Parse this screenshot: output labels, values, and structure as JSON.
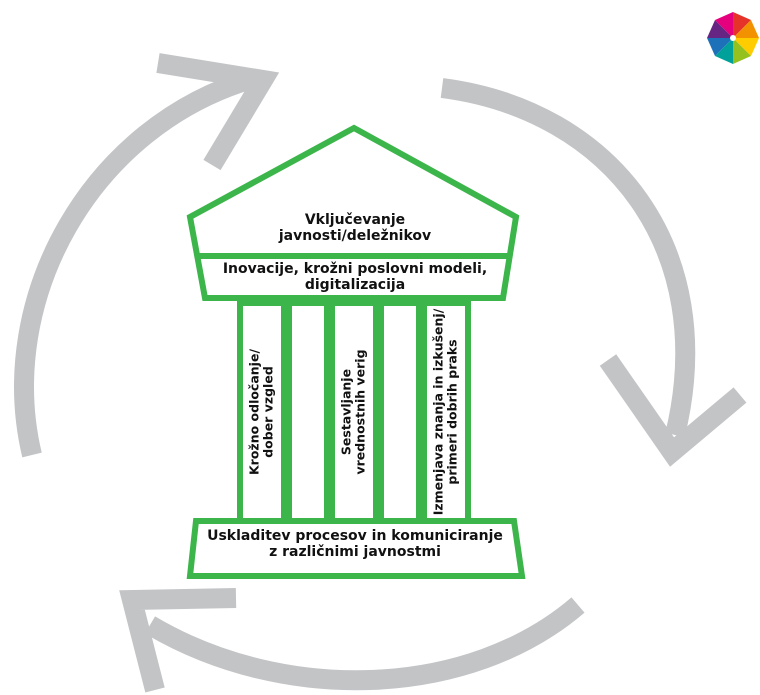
{
  "colors": {
    "frame": "#3cb54a",
    "arrows": "#c3c4c6",
    "text": "#111111"
  },
  "logo": {
    "icon": "multicolor-pinwheel-logo"
  },
  "pediment": {
    "lines": [
      "Vključevanje",
      "javnosti/deležnikov"
    ]
  },
  "frieze": {
    "lines": [
      "Inovacije, krožni poslovni modeli,",
      "digitalizacija"
    ]
  },
  "pillars": [
    {
      "lines": [
        "Krožno odločanje/",
        "dober vzgled"
      ]
    },
    {
      "lines": [
        "Sestavljanje",
        "vrednostnih verig"
      ]
    },
    {
      "lines": [
        "Izmenjava znanja in izkušenj/",
        "primeri dobrih praks"
      ]
    }
  ],
  "base": {
    "lines": [
      "Uskladitev procesov in komuniciranje",
      "z različnimi javnostmi"
    ]
  }
}
